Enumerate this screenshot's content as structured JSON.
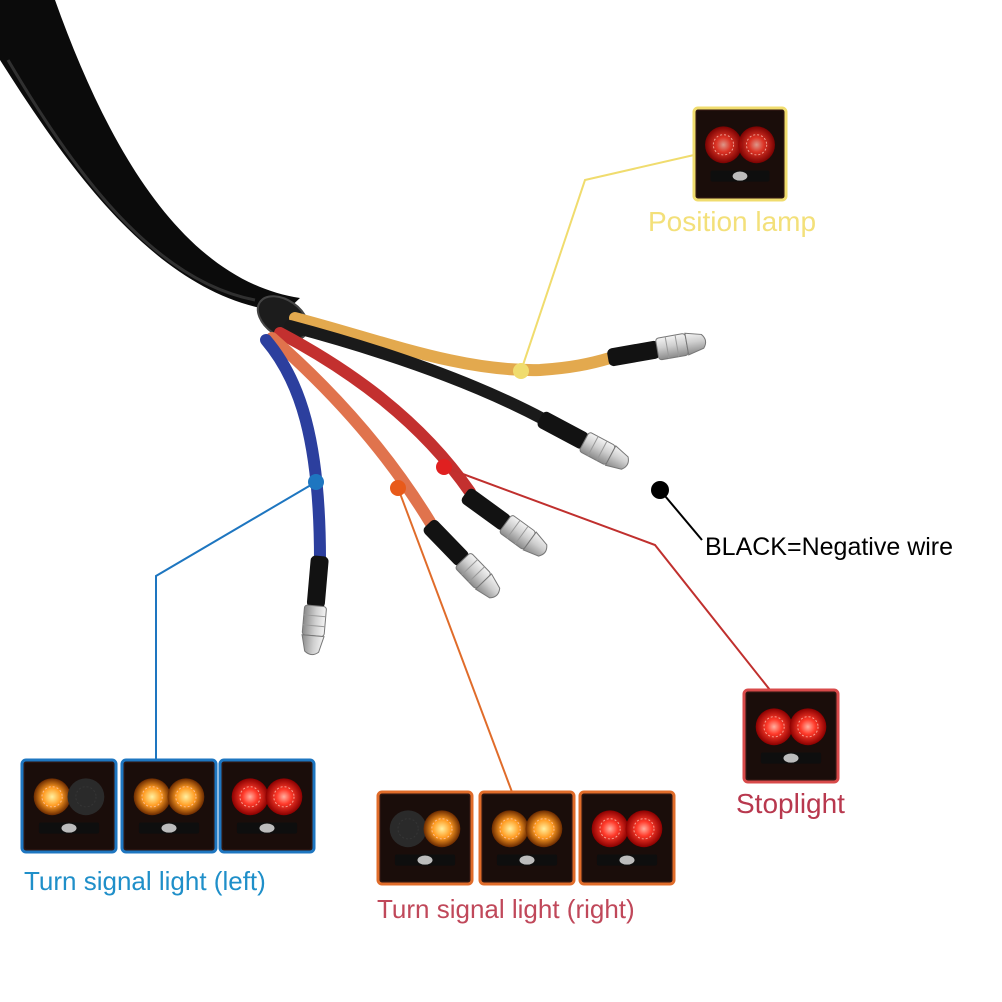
{
  "labels": {
    "position_lamp": "Position lamp",
    "black_negative": "BLACK=Negative wire",
    "stoplight": "Stoplight",
    "turn_left": "Turn signal light (left)",
    "turn_right": "Turn signal light (right)"
  },
  "colors": {
    "position_lamp": "#f3e07a",
    "black_negative": "#000000",
    "stoplight": "#b8384e",
    "turn_left": "#1f8fc9",
    "turn_right": "#c0485a",
    "wire_yellow": "#e3a94e",
    "wire_black": "#1a1a1a",
    "wire_red": "#c3302f",
    "wire_orange": "#e0734d",
    "wire_blue": "#2c3f9e",
    "leader_yellow": "#f0dc6e",
    "leader_red": "#c0302e",
    "leader_orange": "#e06c2a",
    "leader_blue": "#1e76c0"
  },
  "icons": {
    "taillight": "dual-round-led-taillight-icon",
    "connector": "bullet-connector-icon",
    "marker": "dot-marker-icon"
  },
  "lamp_states": {
    "position_lamp": "both-dim-red",
    "stoplight": "both-bright-red",
    "turn_left": [
      "left-amber",
      "both-amber",
      "both-red"
    ],
    "turn_right": [
      "right-amber",
      "both-amber",
      "both-red"
    ]
  }
}
